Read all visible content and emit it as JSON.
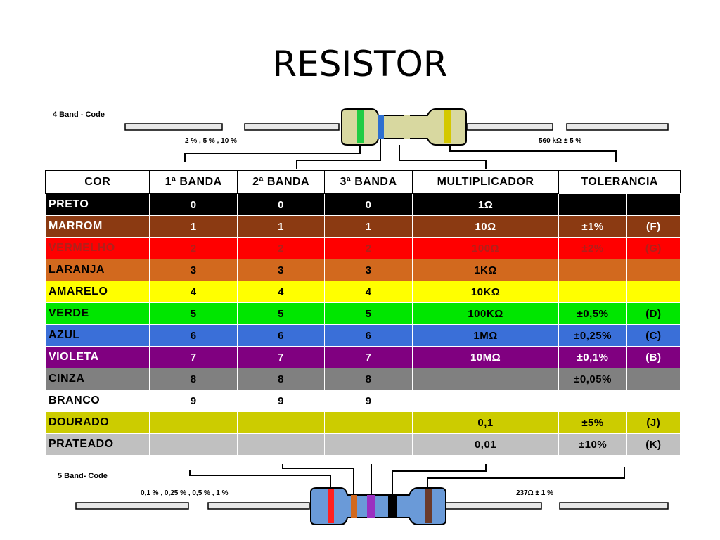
{
  "title": "RESISTOR",
  "band4": {
    "label": "4 Band - Code",
    "tolerance_note": "2 % , 5 % , 10 %",
    "example": "560 kΩ ± 5 %"
  },
  "band5": {
    "label": "5 Band- Code",
    "tolerance_note": "0,1 % , 0,25 % , 0,5 % , 1 %",
    "example": "237Ω ± 1 %"
  },
  "table": {
    "headers": [
      "COR",
      "1ª BANDA",
      "2ª BANDA",
      "3ª BANDA",
      "MULTIPLICADOR",
      "TOLERANCIA"
    ],
    "rows": [
      {
        "name": "PRETO",
        "b1": "0",
        "b2": "0",
        "b3": "0",
        "mult": "1Ω",
        "tol": "",
        "code": "",
        "bg": "#000000",
        "fg": "#ffffff"
      },
      {
        "name": "MARROM",
        "b1": "1",
        "b2": "1",
        "b3": "1",
        "mult": "10Ω",
        "tol": "±1%",
        "code": "(F)",
        "bg": "#8b3a12",
        "fg": "#ffffff"
      },
      {
        "name": "VERMELHO",
        "b1": "2",
        "b2": "2",
        "b3": "2",
        "mult": "100Ω",
        "tol": "±2%",
        "code": "(G)",
        "bg": "#ff0000",
        "fg": "#b0201a"
      },
      {
        "name": "LARANJA",
        "b1": "3",
        "b2": "3",
        "b3": "3",
        "mult": "1KΩ",
        "tol": "",
        "code": "",
        "bg": "#d2691e",
        "fg": "#000000"
      },
      {
        "name": "AMARELO",
        "b1": "4",
        "b2": "4",
        "b3": "4",
        "mult": "10KΩ",
        "tol": "",
        "code": "",
        "bg": "#ffff00",
        "fg": "#000000"
      },
      {
        "name": "VERDE",
        "b1": "5",
        "b2": "5",
        "b3": "5",
        "mult": "100KΩ",
        "tol": "±0,5%",
        "code": "(D)",
        "bg": "#00e600",
        "fg": "#000000"
      },
      {
        "name": "AZUL",
        "b1": "6",
        "b2": "6",
        "b3": "6",
        "mult": "1MΩ",
        "tol": "±0,25%",
        "code": "(C)",
        "bg": "#3a6fd8",
        "fg": "#000000"
      },
      {
        "name": "VIOLETA",
        "b1": "7",
        "b2": "7",
        "b3": "7",
        "mult": "10MΩ",
        "tol": "±0,1%",
        "code": "(B)",
        "bg": "#800080",
        "fg": "#ffffff"
      },
      {
        "name": "CINZA",
        "b1": "8",
        "b2": "8",
        "b3": "8",
        "mult": "",
        "tol": "±0,05%",
        "code": "",
        "bg": "#808080",
        "fg": "#000000"
      },
      {
        "name": "BRANCO",
        "b1": "9",
        "b2": "9",
        "b3": "9",
        "mult": "",
        "tol": "",
        "code": "",
        "bg": "#ffffff",
        "fg": "#000000"
      },
      {
        "name": "DOURADO",
        "b1": "",
        "b2": "",
        "b3": "",
        "mult": "0,1",
        "tol": "±5%",
        "code": "(J)",
        "bg": "#cccc00",
        "fg": "#000000"
      },
      {
        "name": "PRATEADO",
        "b1": "",
        "b2": "",
        "b3": "",
        "mult": "0,01",
        "tol": "±10%",
        "code": "(K)",
        "bg": "#c0c0c0",
        "fg": "#000000"
      }
    ]
  },
  "colors": {
    "resistor4_body": "#d8d8a0",
    "resistor5_body": "#6a9ad8",
    "lead": "#e8e8e8"
  }
}
